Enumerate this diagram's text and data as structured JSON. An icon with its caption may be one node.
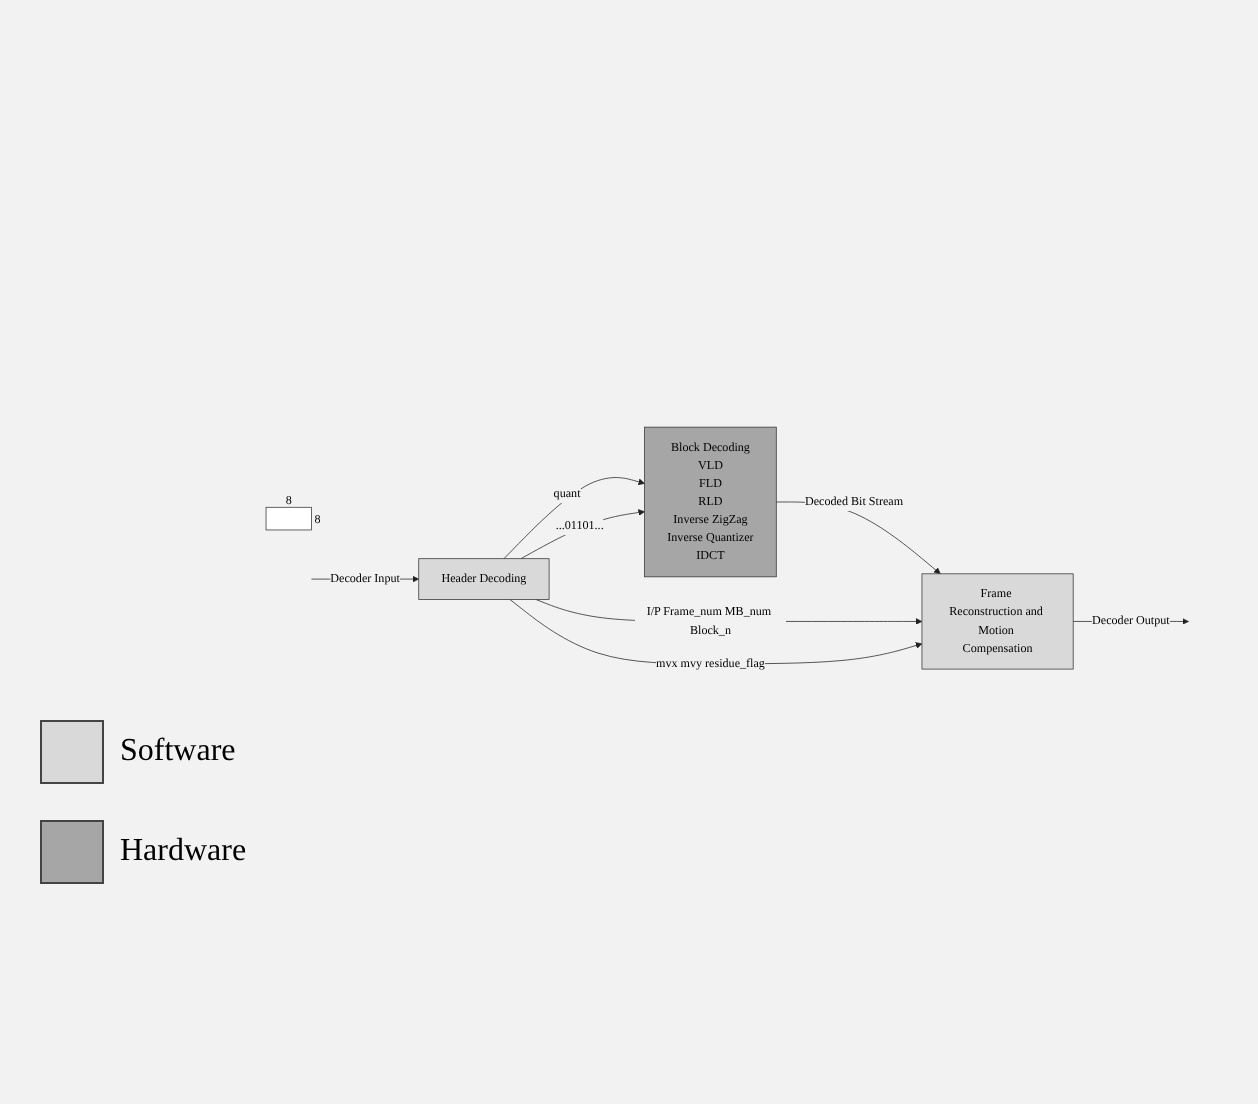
{
  "diagram": {
    "nodes": [
      {
        "text": [
          "Header Decoding"
        ]
      },
      {
        "text": [
          "Block Decoding",
          "VLD",
          "FLD",
          "RLD",
          "Inverse ZigZag",
          "Inverse Quantizer",
          "IDCT"
        ]
      },
      {
        "text": [
          "Frame Reconstruction and Motion Compensation"
        ]
      },
      {
        "text": [],
        "shape": "box",
        "beside": [
          "8",
          "8"
        ]
      }
    ],
    "edges": [
      {
        "from": null,
        "to": 0,
        "arrow": "to",
        "label": "Decoder Input"
      },
      {
        "from": 0,
        "to": 1,
        "arrow": "to",
        "label": "quant"
      },
      {
        "from": 0,
        "to": 1,
        "arrow": "to",
        "label": "...01101..."
      },
      {
        "from": 1,
        "to": 2,
        "arrow": "to",
        "label": "Decoded Bit Stream"
      },
      {
        "from": 0,
        "to": 2,
        "arrow": "to",
        "label": "I/P Frame_num MB_num Block_n"
      },
      {
        "from": 0,
        "to": 2,
        "arrow": "to",
        "label": "mvx mvy residue_flag"
      },
      {
        "from": 2,
        "to": null,
        "arrow": "to",
        "label": "Decoder Output"
      }
    ],
    "legend": [
      {
        "text": "Software",
        "color": "#d9d9d9"
      },
      {
        "text": "Hardware",
        "color": "#a6a6a6"
      }
    ]
  }
}
